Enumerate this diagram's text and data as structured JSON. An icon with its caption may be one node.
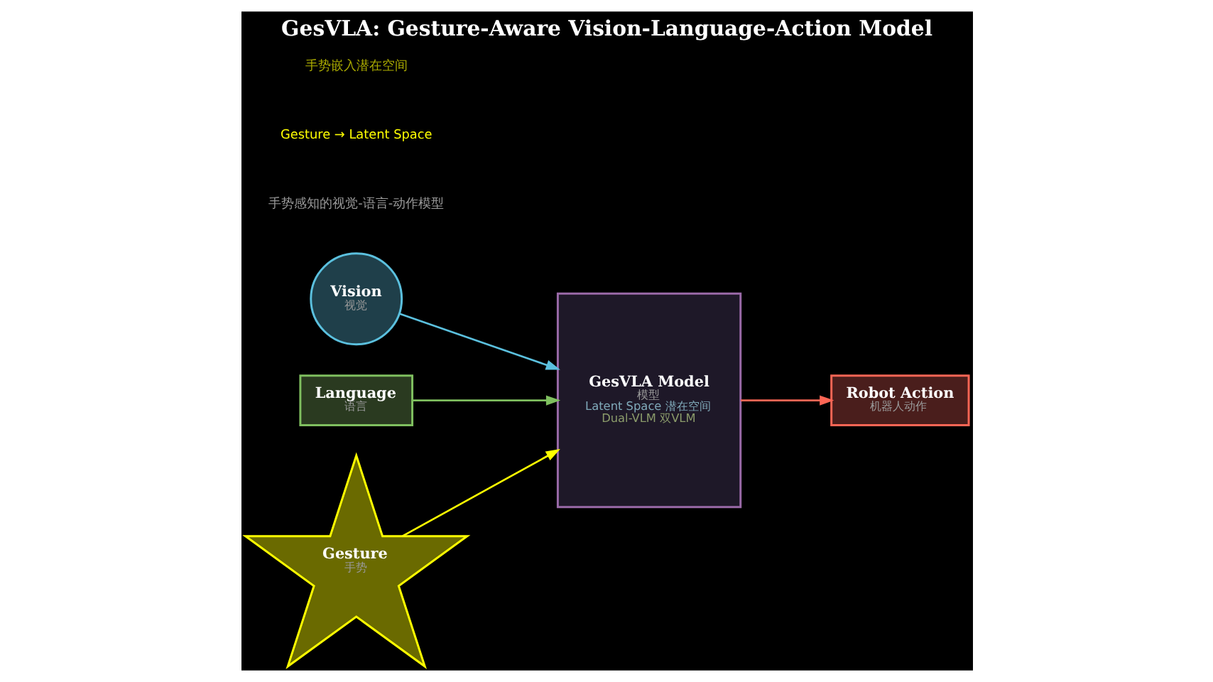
{
  "diagram": {
    "title": "GesVLA: Gesture-Aware Vision-Language-Action Model",
    "nodes": [
      {
        "text": [
          "Vision",
          "视觉"
        ]
      },
      {
        "text": [
          "Language",
          "语言"
        ]
      },
      {
        "text": [
          "Gesture",
          "手势"
        ]
      },
      {
        "text": [
          "GesVLA Model",
          "模型",
          "Latent Space 潜在空间",
          "Dual-VLM 双VLM"
        ]
      },
      {
        "text": [
          "Robot Action",
          "机器人动作"
        ]
      }
    ],
    "edges": [
      {
        "from": 0,
        "to": 3,
        "arrow": "to",
        "color": "#5bc0de"
      },
      {
        "from": 1,
        "to": 3,
        "arrow": "to",
        "color": "#7fbf5f"
      },
      {
        "from": 2,
        "to": 3,
        "arrow": "to",
        "color": "#ffff00"
      },
      {
        "from": 3,
        "to": 4,
        "arrow": "to",
        "color": "#ff6655"
      }
    ],
    "labels": [
      "手势感知的视觉-语言-动作模型",
      "Gesture → Latent Space",
      "手势嵌入潜在空间"
    ]
  }
}
